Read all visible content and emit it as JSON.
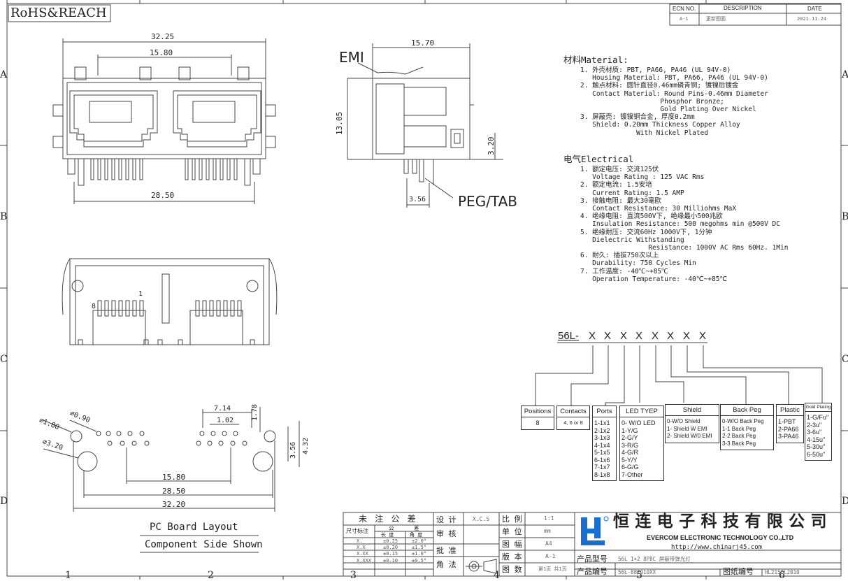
{
  "border": {
    "cols": [
      "1",
      "2",
      "3",
      "4",
      "5",
      "6"
    ],
    "rows": [
      "A",
      "B",
      "C",
      "D"
    ]
  },
  "rohs": "RoHS&REACH",
  "revision": {
    "headers": [
      "ECN NO.",
      "DESCRIPTION",
      "DATE"
    ],
    "row": [
      "A-1",
      "更新图面",
      "2021.11.24"
    ]
  },
  "front_view": {
    "dim_total": "32.25",
    "dim_pitch": "15.80",
    "dim_bottom": "28.50"
  },
  "side_view": {
    "dim_depth": "15.70",
    "dim_height": "13.05",
    "dim_peg": "3.20",
    "dim_tab": "3.56",
    "label_emi": "EMI",
    "label_peg": "PEG/TAB"
  },
  "bottom_view": {
    "pin1": "1",
    "pin8": "8"
  },
  "pcb_layout": {
    "d1": "⌀1.80",
    "d2": "⌀0.90",
    "d3": "⌀3.20",
    "dim_714": "7.14",
    "dim_102": "1.02",
    "dim_178": "1.78",
    "dim_356": "3.56",
    "dim_432": "4.32",
    "dim_1580": "15.80",
    "dim_2850": "28.50",
    "dim_3220": "32.20",
    "title": "PC Board Layout",
    "subtitle": "Component Side Shown"
  },
  "spec": {
    "material_head": "材料Material:",
    "material_lines": [
      "1. 外壳材质: PBT, PA66, PA46 (UL 94V-0)",
      "   Housing Material: PBT, PA66, PA46 (UL 94V-0)",
      "2. 触点材料: 圆针直径0.46mm磷青铜; 镀镍后镀金",
      "   Contact Material: Round Pins-0.46mm Diameter",
      "                    Phosphor Bronze;",
      "                    Gold Plating Over Nickel",
      "3. 屏蔽壳: 镀镍铜合金, 厚度0.2mm",
      "   Shield: 0.20mm Thickness Copper Alloy",
      "              With Nickel Plated"
    ],
    "electrical_head": "电气Electrical",
    "electrical_lines": [
      "1. 额定电压: 交流125伏",
      "   Voltage Rating : 125 VAC Rms",
      "2. 额定电流: 1.5安培",
      "   Current Rating: 1.5 AMP",
      "3. 接触电阻: 最大30毫欧",
      "   Contact Resistance: 30 Milliohms MaX",
      "4. 绝缘电阻: 直流500V下, 绝缘最小500兆欧",
      "   Insulation Resistance: 500 megohms min @500V DC",
      "5. 绝缘耐压: 交流60Hz 1000V下, 1分钟",
      "   Dielectric Withstanding",
      "                 Resistance: 1000V AC Rms 60Hz. 1Min",
      "6. 耐久: 插拔750次以上",
      "   Durability: 750 Cycles Min",
      "7. 工作温度: -40℃~+85℃",
      "   Operation Temperature: -40℃~+85℃"
    ]
  },
  "part_code": {
    "prefix": "56L-",
    "slots": [
      "X",
      "X",
      "X",
      "X",
      "X",
      "X",
      "X",
      "X"
    ]
  },
  "option_boxes": [
    {
      "title": "Positions",
      "items": [
        "8"
      ]
    },
    {
      "title": "Contacts",
      "items": [
        "4, 6 or 8"
      ]
    },
    {
      "title": "Ports",
      "items": [
        "1-1x1",
        "2-1x2",
        "3-1x3",
        "4-1x4",
        "5-1x5",
        "6-1x6",
        "7-1x7",
        "8-1x8"
      ]
    },
    {
      "title": "LED TYEP",
      "items": [
        "0- W/O LED",
        "1-Y/G",
        "2-G/Y",
        "3-R/G",
        "4-G/R",
        "5-Y/Y",
        "6-G/G",
        "7-Other"
      ]
    },
    {
      "title": "Shield",
      "items": [
        "0-W/O Shield",
        "1- Shield W EMI",
        "2- Shield W/0 EMI"
      ]
    },
    {
      "title": "Back Peg",
      "items": [
        "0-W/O  Back Peg",
        "1-1 Back Peg",
        "2-2 Back Peg",
        "3-3 Back Peg"
      ]
    },
    {
      "title": "Plastic",
      "items": [
        "1-PBT",
        "2-PA66",
        "3-PA46"
      ]
    },
    {
      "title": "Gold Plating",
      "items": [
        "1-G/Fu\"",
        "2-3u\"",
        "3-6u\"",
        "4-15u\"",
        "5-30u\"",
        "6-50u\""
      ]
    }
  ],
  "title_block": {
    "tol_title": "未 注 公 差",
    "size_label": "尺寸标注",
    "tol_headers": [
      "公",
      "差"
    ],
    "tol_sub": [
      "长  度",
      "角  度"
    ],
    "tol_rows": [
      [
        "X.",
        "±0.25",
        "±2.0°"
      ],
      [
        "X.X",
        "±0.20",
        "±1.5°"
      ],
      [
        "X.XX",
        "±0.15",
        "±1.0°"
      ],
      [
        "X.XXX",
        "±0.10",
        "±0.5°"
      ]
    ],
    "design": "设 计",
    "design_val": "X.C.S",
    "review": "审 核",
    "approve": "批 准",
    "angle": "角 法",
    "scale": "比 例",
    "scale_val": "1:1",
    "unit": "单 位",
    "unit_val": "mm",
    "size": "图 幅",
    "size_val": "A4",
    "version": "版 本",
    "version_val": "A-1",
    "count": "图 数",
    "count_val": "第1页 共1页",
    "company_cn": "恒 连 电 子 科 技 有 限 公 司",
    "company_en": "EVERCOM ELECTRONIC TECHNOLOGY CO.,LTD",
    "website": "http://www.chinarj45.com",
    "model_label": "产品型号",
    "model_val": "56L 1×2 8P8C 屏蔽带弹光灯",
    "code_label": "产品编号",
    "code_val": "56L-882010XX",
    "drawing_label": "图纸编号",
    "drawing_val": "HL2156L2010",
    "logo_letter": "H"
  },
  "colors": {
    "line": "#333333",
    "logo": "#1a6fd1"
  }
}
